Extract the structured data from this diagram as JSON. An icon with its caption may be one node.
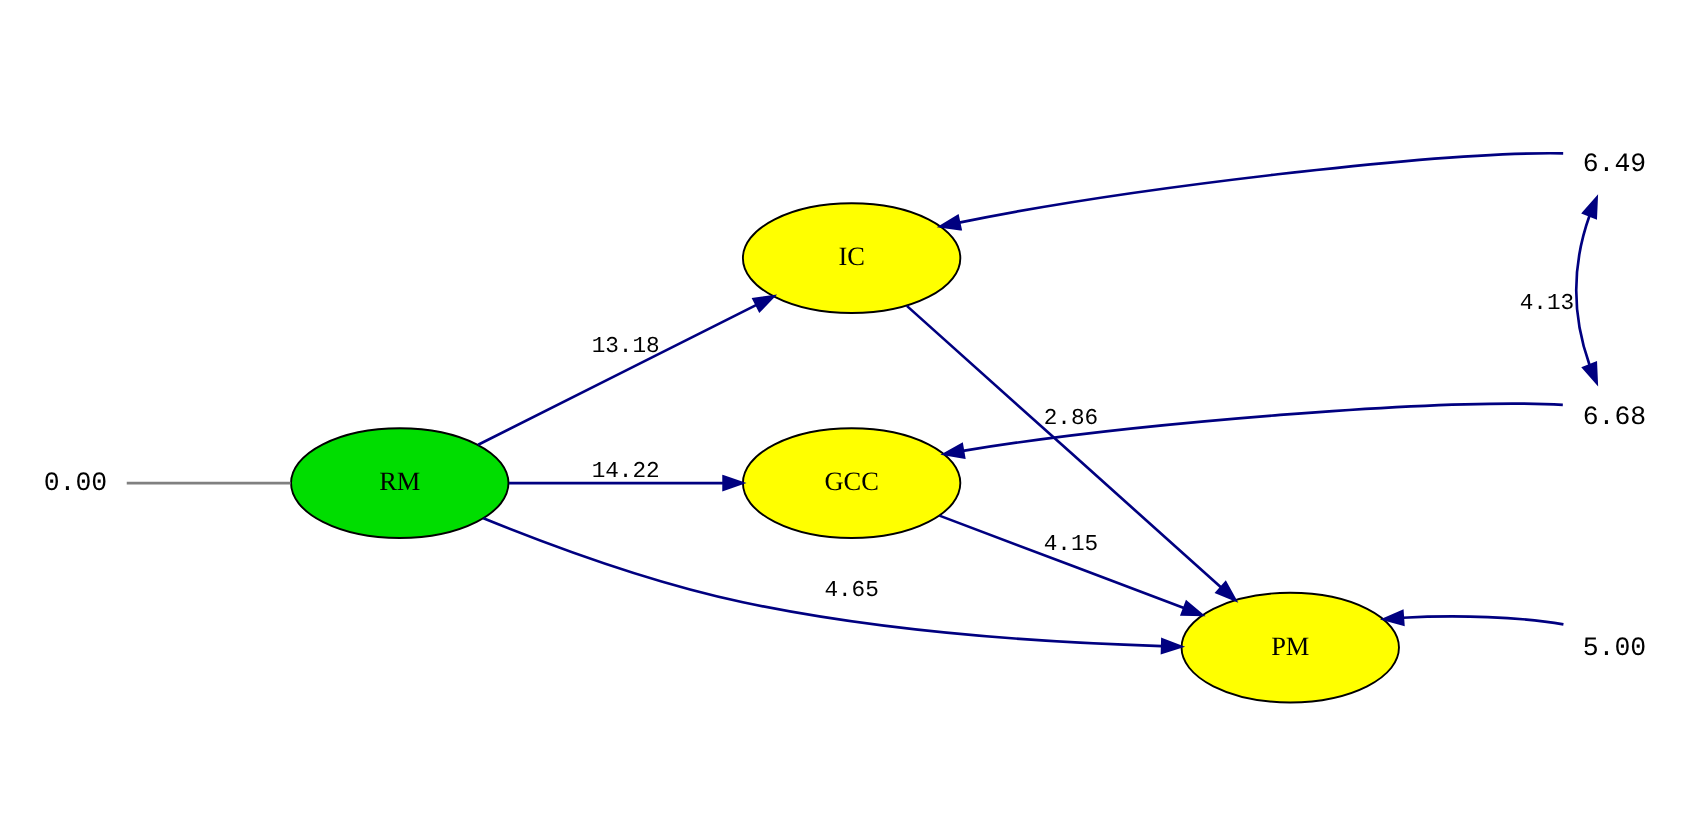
{
  "diagram": {
    "nodes": [
      {
        "text": [
          "0.00"
        ]
      },
      {
        "text": [
          "RM"
        ]
      },
      {
        "text": [
          "IC"
        ]
      },
      {
        "text": [
          "6.49"
        ]
      },
      {
        "text": [
          "GCC"
        ]
      },
      {
        "text": [
          "6.68"
        ]
      },
      {
        "text": [
          "PM"
        ]
      },
      {
        "text": [
          "5.00"
        ]
      }
    ],
    "edges": [
      {
        "from": 0,
        "to": 1,
        "arrow": "none",
        "color": "#808080"
      },
      {
        "from": 1,
        "to": 2,
        "arrow": "to",
        "label": "13.18"
      },
      {
        "from": 1,
        "to": 4,
        "arrow": "to",
        "label": "14.22"
      },
      {
        "from": 1,
        "to": 6,
        "arrow": "to",
        "label": "4.65"
      },
      {
        "from": 2,
        "to": 6,
        "arrow": "to",
        "label": "2.86"
      },
      {
        "from": 4,
        "to": 6,
        "arrow": "to",
        "label": "4.15"
      },
      {
        "from": 3,
        "to": 2,
        "arrow": "to"
      },
      {
        "from": 5,
        "to": 4,
        "arrow": "to"
      },
      {
        "from": 7,
        "to": 6,
        "arrow": "to"
      },
      {
        "from": 3,
        "to": 5,
        "arrow": "both",
        "label": "4.13"
      }
    ]
  }
}
